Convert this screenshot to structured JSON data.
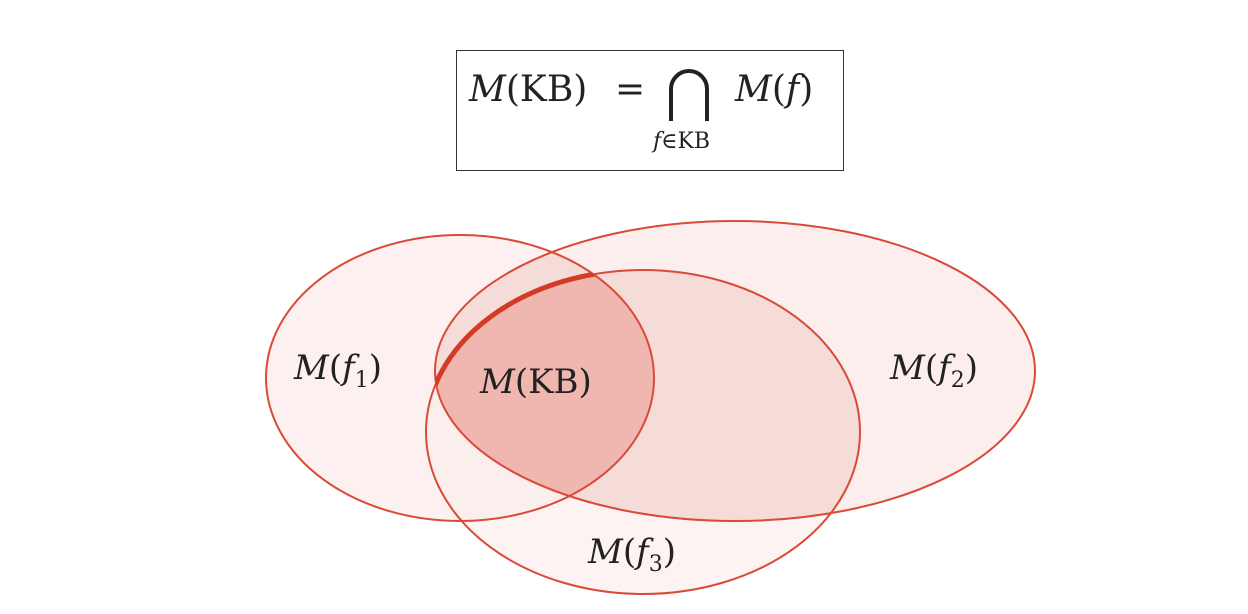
{
  "formula": {
    "lhs_symbol": "M",
    "lhs_arg": "(KB)",
    "equals": "=",
    "operator": "⋂",
    "subscript_var": "f",
    "subscript_rest": "∈KB",
    "rhs_symbol": "M",
    "rhs_open": "(",
    "rhs_var": "f",
    "rhs_close": ")"
  },
  "venn": {
    "colors": {
      "stroke": "#d94a38",
      "fill_light": "#fbeeed",
      "fill_overlap": "#f6dcd8",
      "fill_highlight": "#f0b7b0",
      "highlight_stroke": "#d43a26"
    },
    "labels": {
      "f1": {
        "symbol": "M",
        "open": "(",
        "var": "f",
        "sub": "1",
        "close": ")"
      },
      "f2": {
        "symbol": "M",
        "open": "(",
        "var": "f",
        "sub": "2",
        "close": ")"
      },
      "f3": {
        "symbol": "M",
        "open": "(",
        "var": "f",
        "sub": "3",
        "close": ")"
      },
      "kb": {
        "symbol": "M",
        "arg": "(KB)"
      }
    }
  }
}
